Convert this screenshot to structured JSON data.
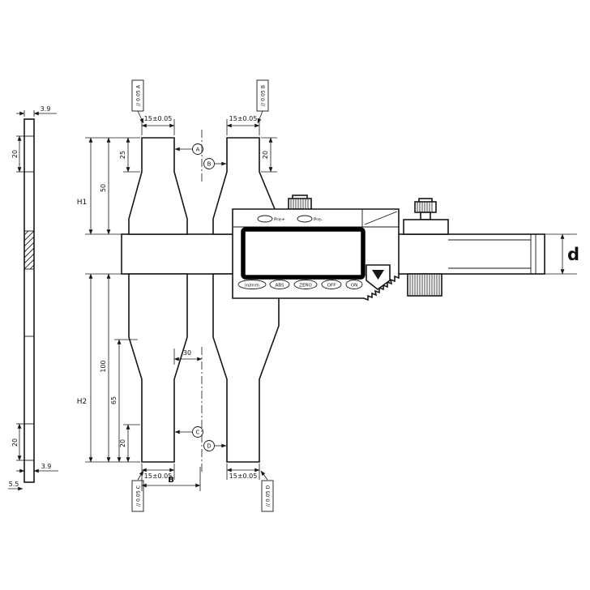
{
  "side_view": {
    "dim_top_thickness": "3.9",
    "dim_top_depth": "20",
    "dim_bottom_depth": "20",
    "dim_bottom_thickness": "3.9",
    "dim_base_thickness": "5.5"
  },
  "main_view": {
    "dims": {
      "jaw_tol": "15±0.05",
      "upper_tip": "25",
      "upper_tip_right": "20",
      "upper_height": "50",
      "upper_label": "H1",
      "lower_height": "100",
      "lower_mid": "65",
      "lower_label": "H2",
      "half_span": "30",
      "lower_tip": "20",
      "span_label": "B",
      "rod_dia": "d"
    },
    "gdt": {
      "top_left": "// 0.05 A",
      "top_right": "// 0.05 B",
      "bottom_left": "// 0.05 C",
      "bottom_right": "// 0.05 D"
    },
    "datums": {
      "a": "A",
      "b": "B",
      "c": "C",
      "d": "D"
    },
    "display": {
      "pre_plus": "Pre+",
      "pre_minus": "Pre-",
      "btn_inmm": "in/mm",
      "btn_abs": "ABS",
      "btn_zero": "ZERO",
      "btn_off": "OFF",
      "btn_on": "ON"
    }
  }
}
